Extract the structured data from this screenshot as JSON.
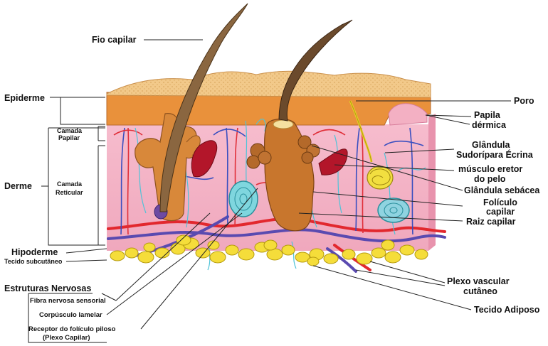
{
  "labels": {
    "fio_capilar": "Fio capilar",
    "epiderme": "Epiderme",
    "camada_papilar_1": "Camada",
    "camada_papilar_2": "Papilar",
    "derme": "Derme",
    "camada_reticular_1": "Camada",
    "camada_reticular_2": "Reticular",
    "hipoderme": "Hipoderme",
    "tecido_subcutaneo": "Tecido subcutâneo",
    "estruturas_nervosas": "Estruturas Nervosas",
    "fibra_nervosa": "Fibra nervosa sensorial",
    "corpusculo_lamelar": "Corpúsculo lamelar",
    "receptor_1": "Receptor do folículo piloso",
    "receptor_2": "(Plexo Capilar)",
    "poro": "Poro",
    "papila_1": "Papila",
    "papila_2": "dérmica",
    "glandula_ecrina_1": "Glândula",
    "glandula_ecrina_2": "Sudorípara Écrina",
    "musculo_1": "músculo eretor",
    "musculo_2": "do pelo",
    "glandula_sebacea": "Glândula sebácea",
    "foliculo_1": "Folículo",
    "foliculo_2": "capilar",
    "raiz_capilar": "Raiz capilar",
    "plexo_1": "Plexo vascular",
    "plexo_2": "cutâneo",
    "tecido_adiposo": "Tecido Adiposo"
  },
  "colors": {
    "epidermis_top": "#f2c98a",
    "epidermis_base": "#e9913b",
    "dermis": "#f4b3c6",
    "hair": "#7a5a3a",
    "follicle": "#c8762d",
    "fat": "#f5dd3a",
    "artery": "#e2282e",
    "vein": "#5a4ab0",
    "nerve": "#4fc3d8",
    "muscle": "#b3162a"
  }
}
